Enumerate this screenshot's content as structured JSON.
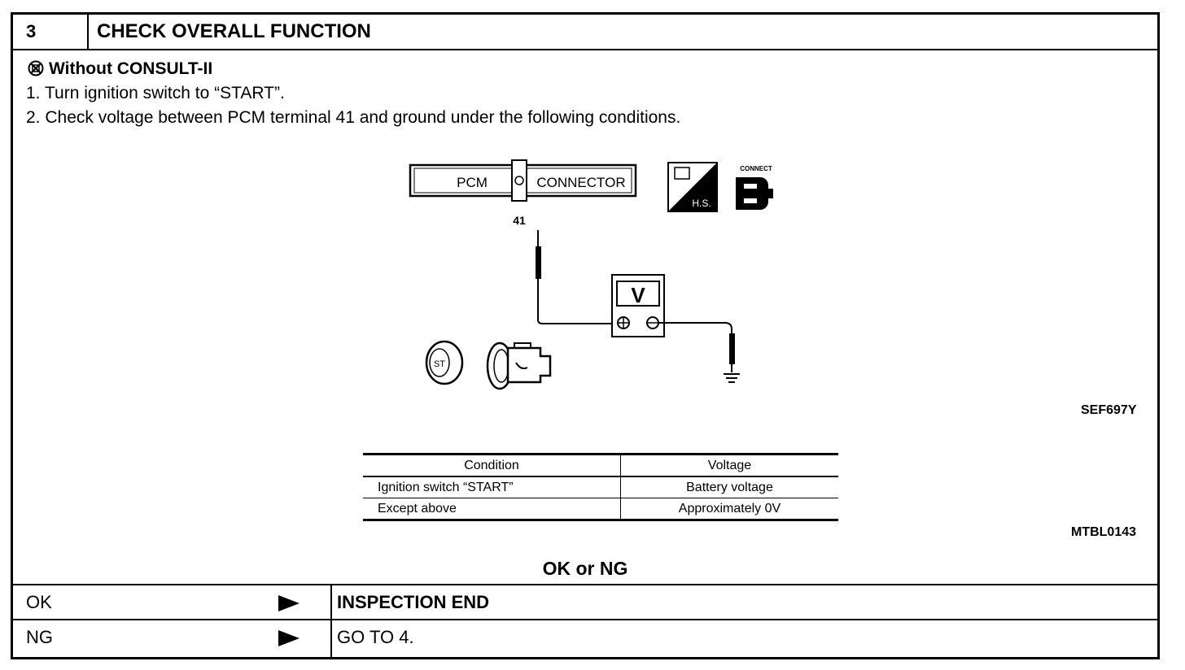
{
  "header": {
    "step_number": "3",
    "title": "CHECK OVERALL FUNCTION"
  },
  "subheading": "Without CONSULT-II",
  "steps": [
    "1.  Turn ignition switch to “START”.",
    "2.  Check voltage between PCM terminal 41 and ground under the following conditions."
  ],
  "diagram": {
    "connector_label": "PCM",
    "connector_label2": "CONNECTOR",
    "terminal": "41",
    "meter": "V",
    "hs_label": "H.S.",
    "connect_label": "CONNECT",
    "key_label": "ST",
    "code": "SEF697Y"
  },
  "table": {
    "headers": [
      "Condition",
      "Voltage"
    ],
    "rows": [
      [
        "Ignition switch “START”",
        "Battery voltage"
      ],
      [
        "Except above",
        "Approximately 0V"
      ]
    ],
    "code": "MTBL0143"
  },
  "result_prompt": "OK or NG",
  "results": [
    {
      "label": "OK",
      "action": "INSPECTION END"
    },
    {
      "label": "NG",
      "action": "GO TO 4."
    }
  ]
}
